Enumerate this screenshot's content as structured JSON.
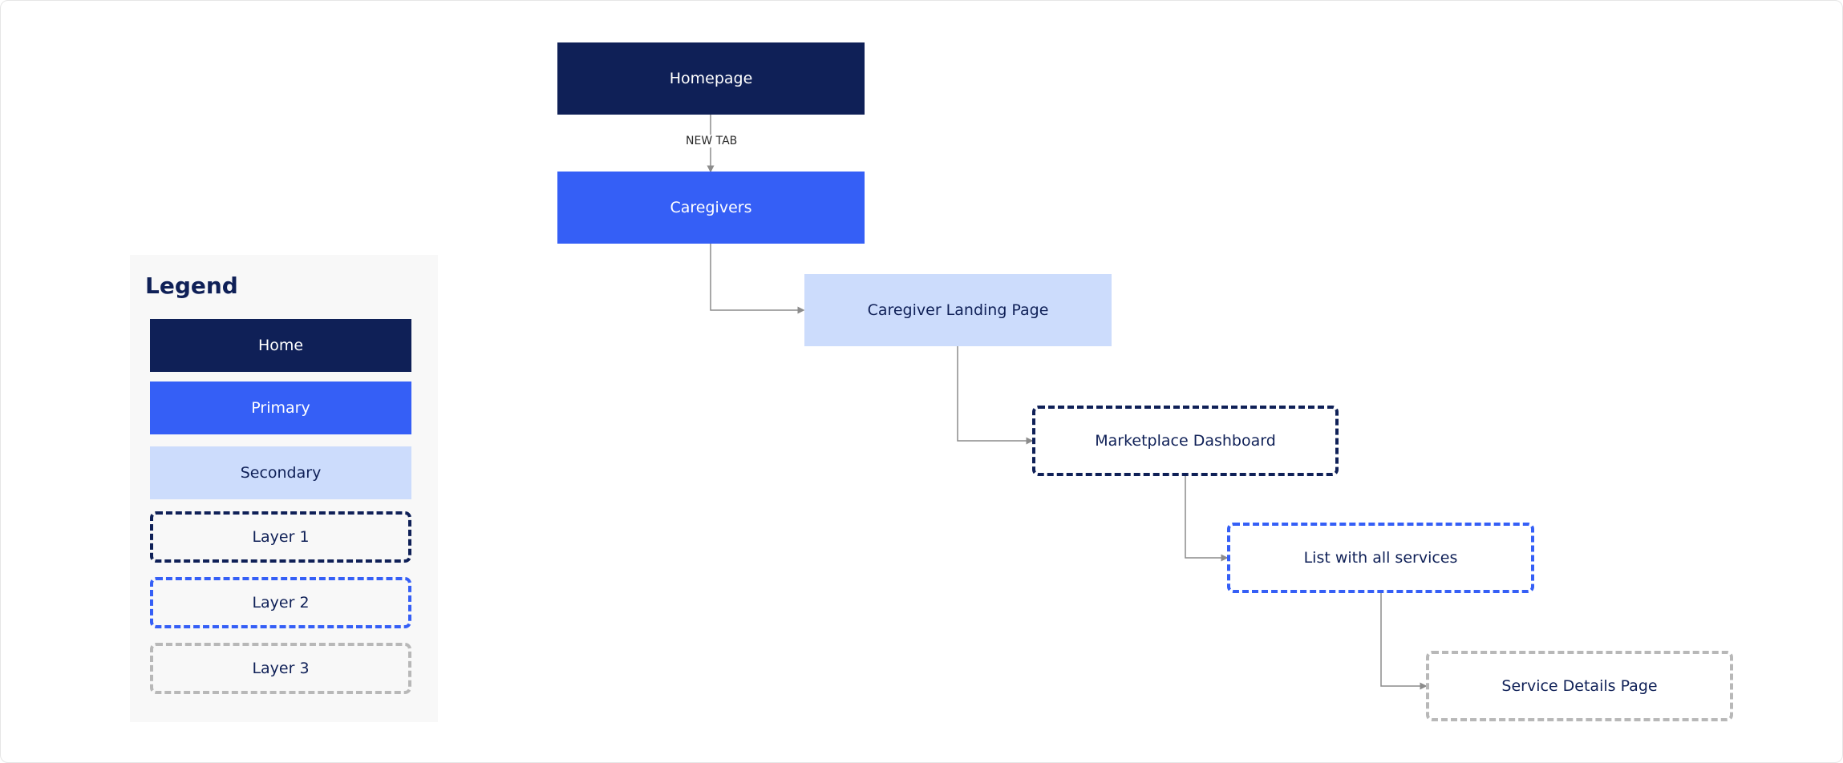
{
  "legend": {
    "title": "Legend",
    "items": [
      {
        "label": "Home",
        "style": "solid",
        "color": "#0f2057"
      },
      {
        "label": "Primary",
        "style": "solid",
        "color": "#355ff6"
      },
      {
        "label": "Secondary",
        "style": "solid",
        "color": "#ccdcfc"
      },
      {
        "label": "Layer 1",
        "style": "dashed",
        "color": "#0f2057"
      },
      {
        "label": "Layer 2",
        "style": "dashed",
        "color": "#355ff6"
      },
      {
        "label": "Layer 3",
        "style": "dashed",
        "color": "#b8b8b8"
      }
    ]
  },
  "nodes": {
    "homepage": "Homepage",
    "caregivers": "Caregivers",
    "landing": "Caregiver Landing Page",
    "marketplace": "Marketplace Dashboard",
    "services": "List with all services",
    "details": "Service Details Page"
  },
  "edges": {
    "homepage_to_caregivers": "NEW TAB"
  },
  "colors": {
    "home": "#0f2057",
    "primary": "#355ff6",
    "secondary": "#ccdcfc",
    "layer3": "#b8b8b8",
    "connector": "#8c8c8c"
  }
}
